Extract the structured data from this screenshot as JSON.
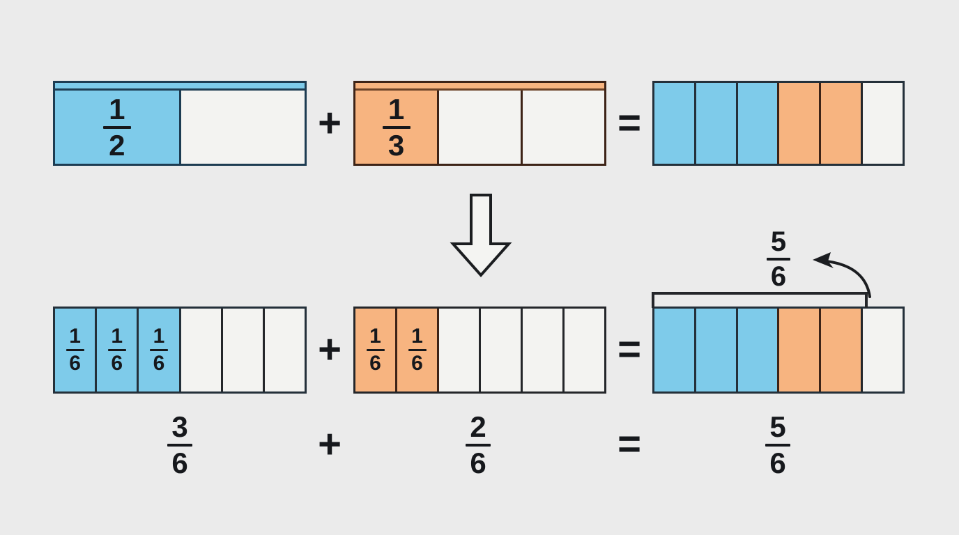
{
  "background_color": "#ebebeb",
  "colors": {
    "blue_fill": "#7ecbea",
    "orange_fill": "#f7b480",
    "empty_fill": "#f2f2f0",
    "blue_stroke": "#1d3c52",
    "brown_stroke": "#3d2317",
    "dark_stroke": "#24303a",
    "black_stroke": "#24262a",
    "text": "#16181c"
  },
  "top_row": {
    "half_bar": {
      "label": "half-bar",
      "segments": 2,
      "filled": 1,
      "fill_color": "#7ecbea",
      "fraction": {
        "numerator": "1",
        "denominator": "2"
      },
      "has_top_strip": true,
      "strip_color": "#7ecbea"
    },
    "operator_plus": "+",
    "third_bar": {
      "label": "third-bar",
      "segments": 3,
      "filled": 1,
      "fill_color": "#f7b480",
      "fraction": {
        "numerator": "1",
        "denominator": "3"
      },
      "has_top_strip": true,
      "strip_color": "#f7b480"
    },
    "operator_equals": "=",
    "result_bar": {
      "label": "combined-sixths-bar",
      "segments": 6,
      "cell_fills": [
        "blue",
        "blue",
        "blue",
        "orange",
        "orange",
        "none"
      ]
    }
  },
  "transition_arrow": {
    "direction": "down",
    "style": "outlined"
  },
  "bottom_row": {
    "sixths_blue_bar": {
      "label": "three-sixths-bar",
      "segments": 6,
      "cell_fills": [
        "blue",
        "blue",
        "blue",
        "none",
        "none",
        "none"
      ],
      "cell_labels": [
        {
          "numerator": "1",
          "denominator": "6"
        },
        {
          "numerator": "1",
          "denominator": "6"
        },
        {
          "numerator": "1",
          "denominator": "6"
        },
        null,
        null,
        null
      ]
    },
    "operator_plus": "+",
    "sixths_orange_bar": {
      "label": "two-sixths-bar",
      "segments": 6,
      "cell_fills": [
        "orange",
        "orange",
        "none",
        "none",
        "none",
        "none"
      ],
      "cell_labels": [
        {
          "numerator": "1",
          "denominator": "6"
        },
        {
          "numerator": "1",
          "denominator": "6"
        },
        null,
        null,
        null,
        null
      ]
    },
    "operator_equals": "=",
    "result_bar": {
      "label": "five-sixths-result-bar",
      "segments": 6,
      "cell_fills": [
        "blue",
        "blue",
        "blue",
        "orange",
        "orange",
        "none"
      ]
    },
    "callout": {
      "fraction": {
        "numerator": "5",
        "denominator": "6"
      },
      "bracket_spans_cells": 5,
      "arrow": "curved-arrow-left"
    }
  },
  "summary_row": {
    "first": {
      "numerator": "3",
      "denominator": "6"
    },
    "operator_plus": "+",
    "second": {
      "numerator": "2",
      "denominator": "6"
    },
    "operator_equals": "=",
    "result": {
      "numerator": "5",
      "denominator": "6"
    }
  }
}
